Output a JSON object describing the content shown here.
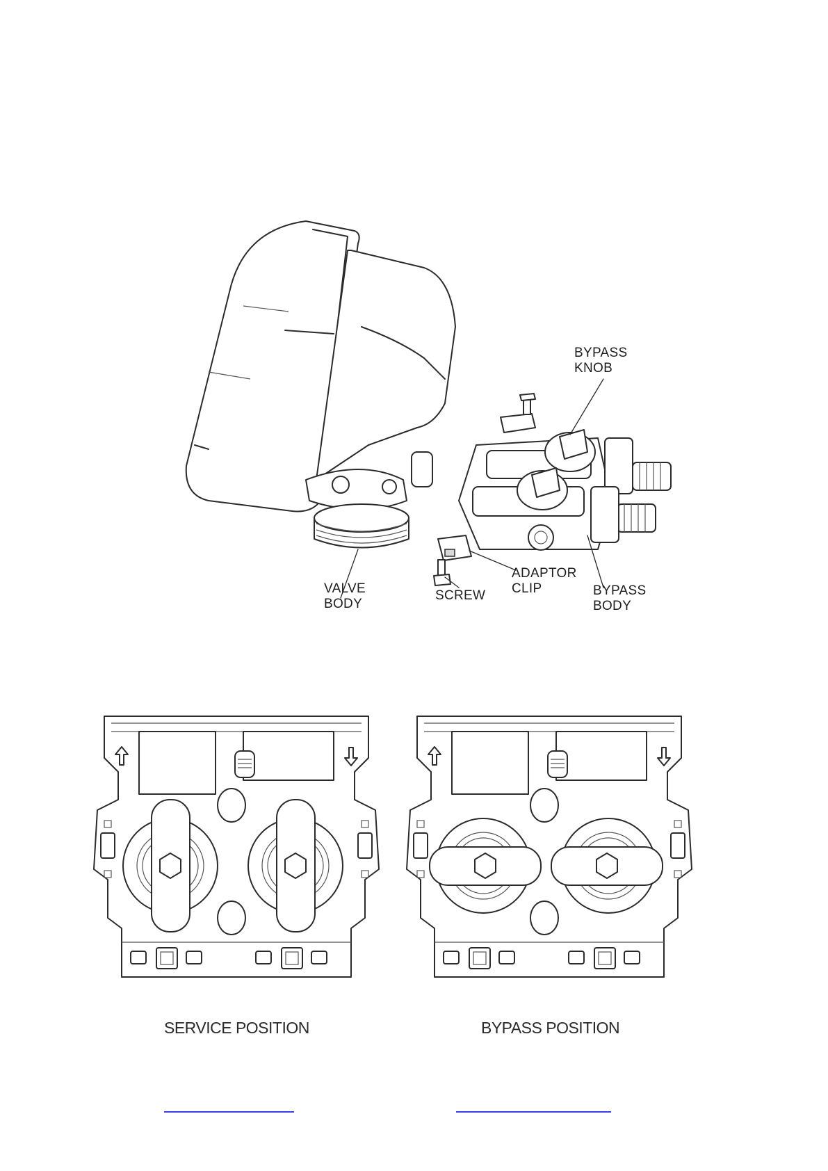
{
  "exploded_view": {
    "labels": {
      "bypass_knob": [
        "BYPASS",
        "KNOB"
      ],
      "valve_body": [
        "VALVE",
        "BODY"
      ],
      "screw": "SCREW",
      "adaptor_clip": [
        "ADAPTOR",
        "CLIP"
      ],
      "bypass_body": [
        "BYPASS",
        "BODY"
      ]
    }
  },
  "positions": {
    "service": {
      "caption": "SERVICE POSITION"
    },
    "bypass": {
      "caption": "BYPASS POSITION"
    }
  },
  "colors": {
    "line": "#2b2b2b",
    "link_underline": "#3d3df0"
  }
}
